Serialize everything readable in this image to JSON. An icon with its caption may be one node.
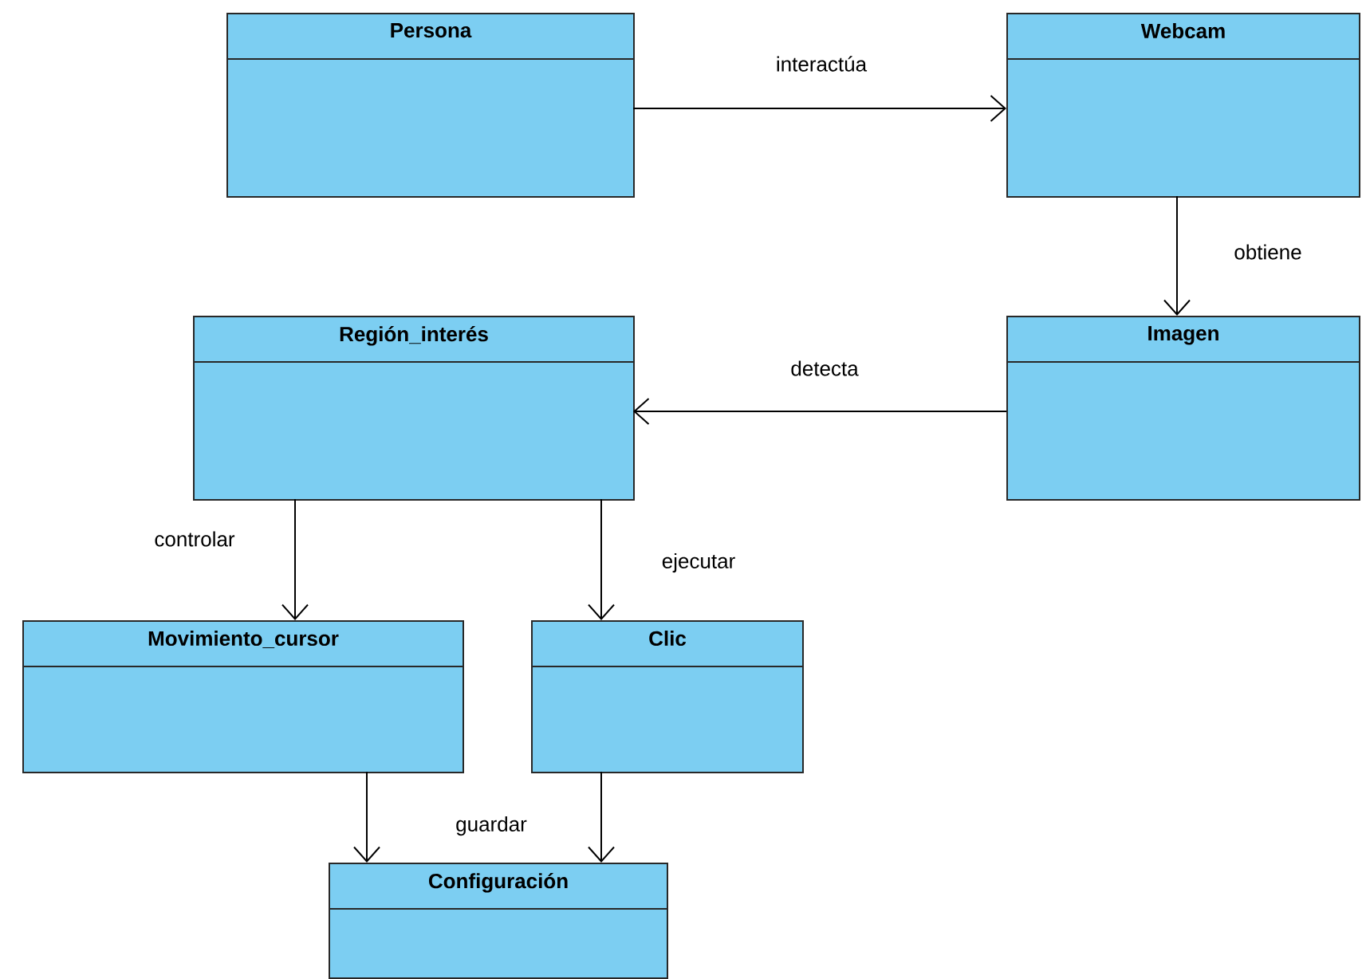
{
  "diagram": {
    "nodes": [
      {
        "text": [
          "Persona"
        ]
      },
      {
        "text": [
          "Webcam"
        ]
      },
      {
        "text": [
          "Imagen"
        ]
      },
      {
        "text": [
          "Región_interés"
        ]
      },
      {
        "text": [
          "Movimiento_cursor"
        ]
      },
      {
        "text": [
          "Clic"
        ]
      },
      {
        "text": [
          "Configuración"
        ]
      }
    ],
    "edges": [
      {
        "from": 0,
        "to": 1,
        "arrow": "to",
        "label": "interactúa"
      },
      {
        "from": 1,
        "to": 2,
        "arrow": "to",
        "label": "obtiene"
      },
      {
        "from": 2,
        "to": 3,
        "arrow": "to",
        "label": "detecta"
      },
      {
        "from": 3,
        "to": 4,
        "arrow": "to",
        "label": "controlar"
      },
      {
        "from": 3,
        "to": 5,
        "arrow": "to",
        "label": "ejecutar"
      },
      {
        "from": 4,
        "to": 6,
        "arrow": "to"
      },
      {
        "from": 5,
        "to": 6,
        "arrow": "to",
        "label": "guardar"
      }
    ]
  }
}
